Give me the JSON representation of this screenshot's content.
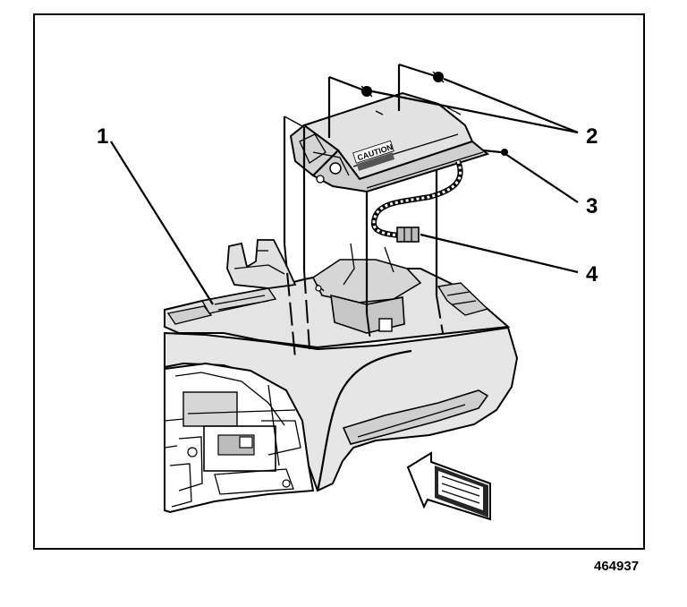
{
  "figure": {
    "figure_number": "464937",
    "callouts": [
      {
        "label": "1",
        "part": "instrument-panel"
      },
      {
        "label": "2",
        "part": "fasteners"
      },
      {
        "label": "3",
        "part": "inflator-module"
      },
      {
        "label": "4",
        "part": "electrical-connector"
      }
    ],
    "module_text": "CAUTION"
  },
  "colors": {
    "ink": "#000000",
    "paper": "#ffffff",
    "panel_fill": "#e4e4e4",
    "shadow_fill": "#bcbcbc"
  }
}
